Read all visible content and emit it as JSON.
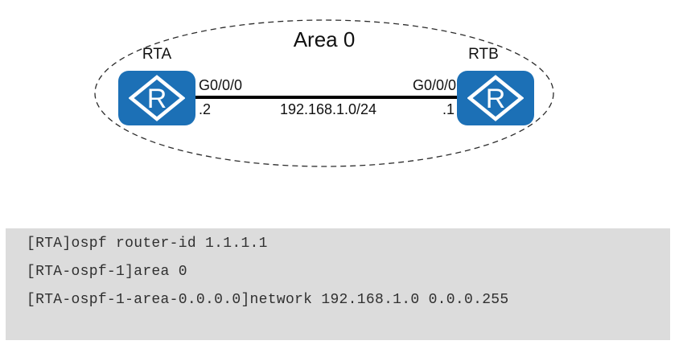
{
  "diagram": {
    "area_label": "Area 0",
    "routers": [
      {
        "name": "RTA",
        "glyph": "R"
      },
      {
        "name": "RTB",
        "glyph": "R"
      }
    ],
    "link": {
      "left_interface": "G0/0/0",
      "right_interface": "G0/0/0",
      "left_host": ".2",
      "right_host": ".1",
      "network": "192.168.1.0/24"
    },
    "colors": {
      "router_blue": "#1C70B6",
      "link_line": "#000000",
      "area_boundary": "#2B2B2B"
    }
  },
  "console": {
    "background": "#DCDCDC",
    "lines": [
      "[RTA]ospf router-id 1.1.1.1",
      "[RTA-ospf-1]area 0",
      "[RTA-ospf-1-area-0.0.0.0]network 192.168.1.0 0.0.0.255"
    ]
  }
}
